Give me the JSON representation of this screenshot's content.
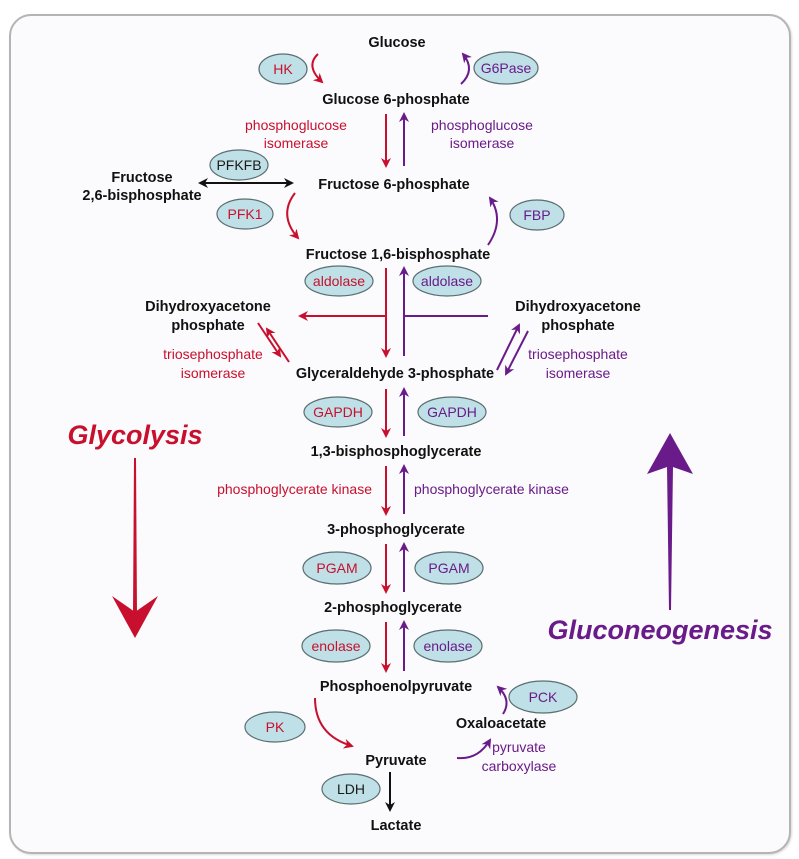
{
  "title": "Glycolysis and Gluconeogenesis pathway",
  "colors": {
    "glycolysis": "#c8102e",
    "gluconeogenesis": "#6a1b8a",
    "neutral": "#111111",
    "enzyme_fill": "#bfe0e6",
    "frame_border": "#b4b4b4"
  },
  "pathway_labels": {
    "glycolysis": "Glycolysis",
    "gluconeogenesis": "Gluconeogenesis"
  },
  "metabolites": {
    "glucose": "Glucose",
    "g6p": "Glucose 6-phosphate",
    "f6p": "Fructose 6-phosphate",
    "f26bp_line1": "Fructose",
    "f26bp_line2": "2,6-bisphosphate",
    "f16bp": "Fructose 1,6-bisphosphate",
    "dhap_left_line1": "Dihydroxyacetone",
    "dhap_left_line2": "phosphate",
    "dhap_right_line1": "Dihydroxyacetone",
    "dhap_right_line2": "phosphate",
    "g3p": "Glyceraldehyde 3-phosphate",
    "bpg13": "1,3-bisphosphoglycerate",
    "pg3": "3-phosphoglycerate",
    "pg2": "2-phosphoglycerate",
    "pep": "Phosphoenolpyruvate",
    "oaa": "Oxaloacetate",
    "pyruvate": "Pyruvate",
    "lactate": "Lactate"
  },
  "enzymes": {
    "hk": "HK",
    "g6pase": "G6Pase",
    "pgi_red_line1": "phosphoglucose",
    "pgi_red_line2": "isomerase",
    "pgi_pur_line1": "phosphoglucose",
    "pgi_pur_line2": "isomerase",
    "pfkfb": "PFKFB",
    "pfk1": "PFK1",
    "fbp": "FBP",
    "aldolase_red": "aldolase",
    "aldolase_pur": "aldolase",
    "tpi_red_line1": "triosephosphate",
    "tpi_red_line2": "isomerase",
    "tpi_pur_line1": "triosephosphate",
    "tpi_pur_line2": "isomerase",
    "gapdh_red": "GAPDH",
    "gapdh_pur": "GAPDH",
    "pgk_red": "phosphoglycerate kinase",
    "pgk_pur": "phosphoglycerate kinase",
    "pgam_red": "PGAM",
    "pgam_pur": "PGAM",
    "enolase_red": "enolase",
    "enolase_pur": "enolase",
    "pck": "PCK",
    "pk": "PK",
    "pc_line1": "pyruvate",
    "pc_line2": "carboxylase",
    "ldh": "LDH"
  }
}
